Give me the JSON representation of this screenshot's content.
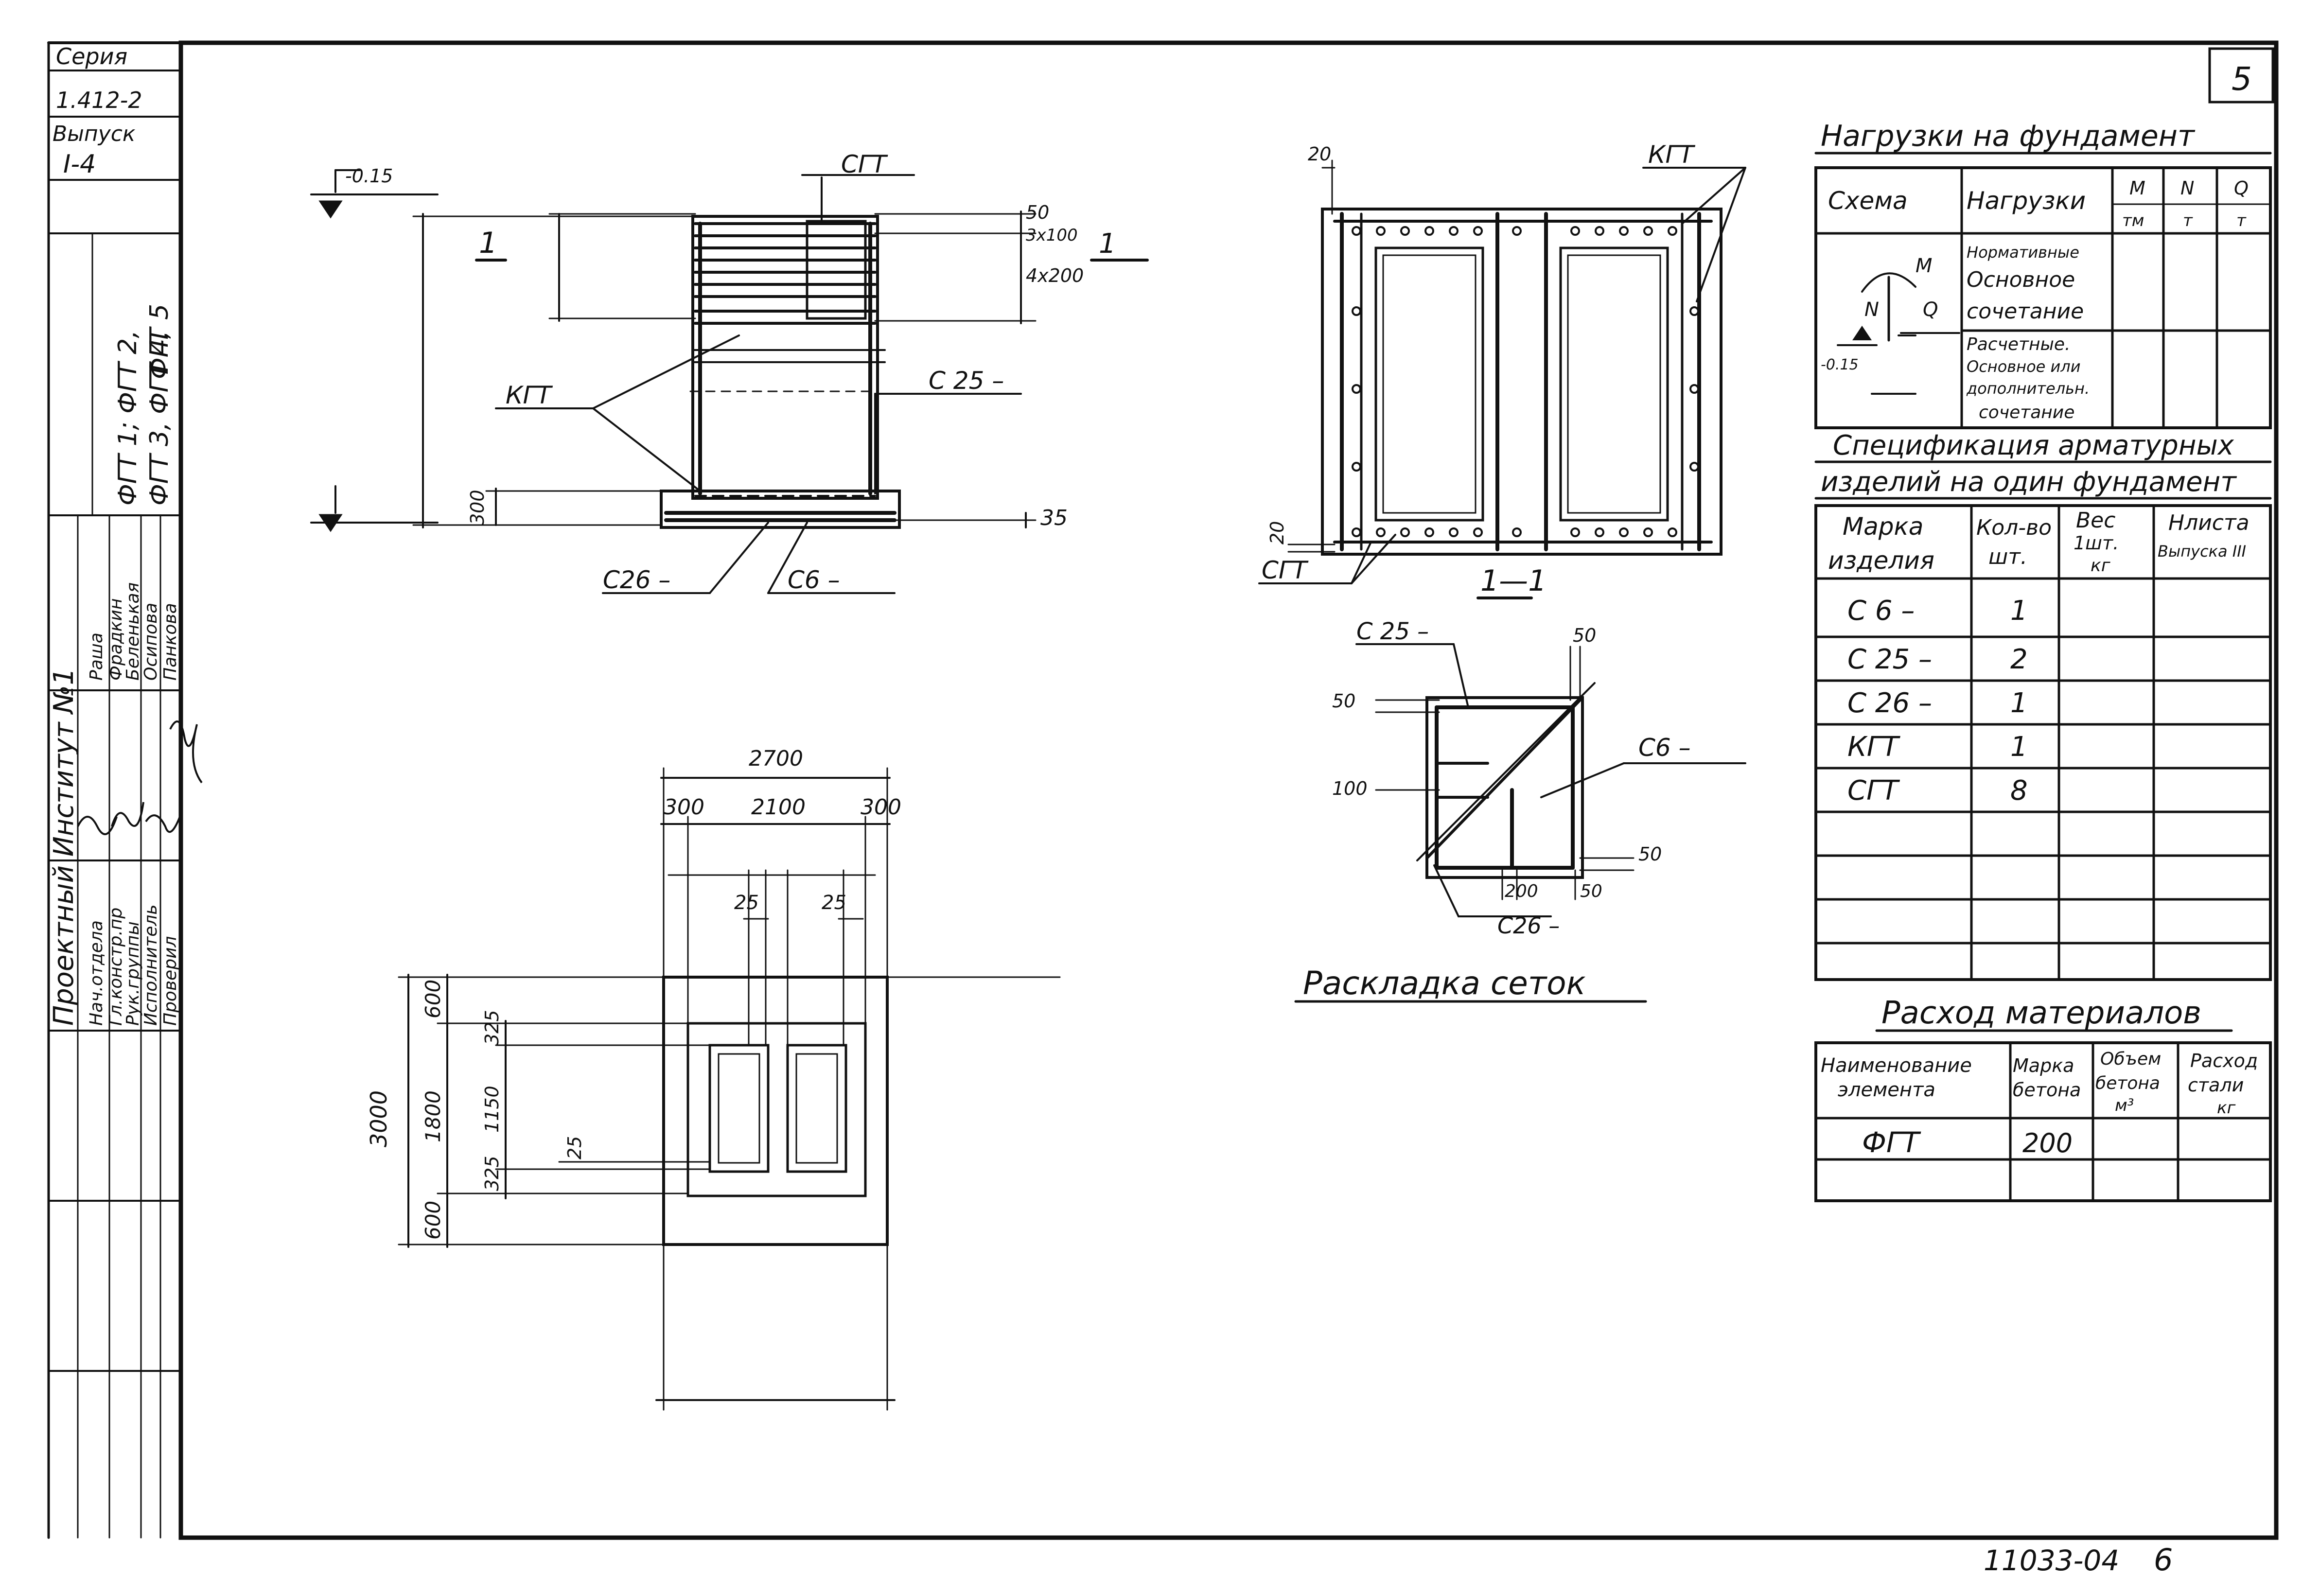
{
  "sheet": {
    "number": "5",
    "doc_code": "11033-04",
    "page": "6",
    "series_label": "Серия",
    "series_value": "1.412-2",
    "issue_label": "Выпуск",
    "issue_value": "I-4",
    "codes": [
      "ФГТ 1; ФГТ 2,",
      "ФГТ 3, ФГТ 4,",
      "ФГТ 5"
    ],
    "institute": "Проектный Институт №1",
    "roles": [
      "Нач.отдела",
      "Гл.констр.пр",
      "Рук.группы",
      "Исполнитель",
      "Проверил"
    ],
    "names": [
      "Раша",
      "Фрадкин",
      "Беленькая",
      "Осипова",
      "Панкова"
    ]
  },
  "section_view": {
    "elev_top": "-0.15",
    "section_mark": "1",
    "dim_right": [
      "50",
      "3x100",
      "4x200"
    ],
    "dim_bottom_right": "35",
    "dim_left": "300",
    "labels": {
      "sgt": "СГТ",
      "kgt": "КГТ",
      "c25": "С 25 –",
      "c26": "С26 –",
      "c6": "С6 –"
    }
  },
  "plan_view": {
    "dims_top": [
      "2700",
      "300",
      "2100",
      "300"
    ],
    "dims_inner": [
      "25",
      "25"
    ],
    "dims_left": [
      "3000",
      "1800",
      "600",
      "600",
      "1150",
      "325",
      "325"
    ],
    "dim_misc": "25"
  },
  "section_1_1": {
    "dim_top": "20",
    "dim_bottom": "20",
    "label_kgt": "КГТ",
    "label_sgt": "СГТ",
    "title": "1—1"
  },
  "mesh_layout": {
    "title": "Раскладка сеток",
    "labels": {
      "c25": "С 25 –",
      "c26": "С26 –",
      "c6": "С6 –"
    },
    "dims": [
      "50",
      "50",
      "100",
      "50",
      "200",
      "50"
    ]
  },
  "loads_table": {
    "title": "Нагрузки на фундамент",
    "headers": [
      "Схема",
      "Нагрузки",
      "M",
      "N",
      "Q"
    ],
    "units": [
      "тм",
      "т",
      "т"
    ],
    "rows": [
      [
        "Нормативные",
        "Основное",
        "сочетание"
      ],
      [
        "Расчетные.",
        "Основное или",
        "дополнительн.",
        "сочетание"
      ]
    ],
    "scheme_labels": [
      "M",
      "N",
      "Q",
      "-0.15"
    ]
  },
  "spec_table": {
    "title_line1": "Спецификация арматурных",
    "title_line2": "изделий на один фундамент",
    "headers": [
      [
        "Марка",
        "изделия"
      ],
      [
        "Кол-во",
        "шт."
      ],
      [
        "Вес",
        "1шт.",
        "кг"
      ],
      [
        "Нлиста",
        "Выпуска III"
      ]
    ],
    "rows": [
      {
        "mark": "С 6 –",
        "qty": "1"
      },
      {
        "mark": "С 25 –",
        "qty": "2"
      },
      {
        "mark": "С 26 –",
        "qty": "1"
      },
      {
        "mark": "КГТ",
        "qty": "1"
      },
      {
        "mark": "СГТ",
        "qty": "8"
      }
    ]
  },
  "materials_table": {
    "title": "Расход материалов",
    "headers": [
      [
        "Наименование",
        "элемента"
      ],
      [
        "Марка",
        "бетона"
      ],
      [
        "Объем",
        "бетона",
        "м³"
      ],
      [
        "Расход",
        "стали",
        "кг"
      ]
    ],
    "rows": [
      {
        "name": "ФГТ",
        "grade": "200"
      }
    ]
  }
}
